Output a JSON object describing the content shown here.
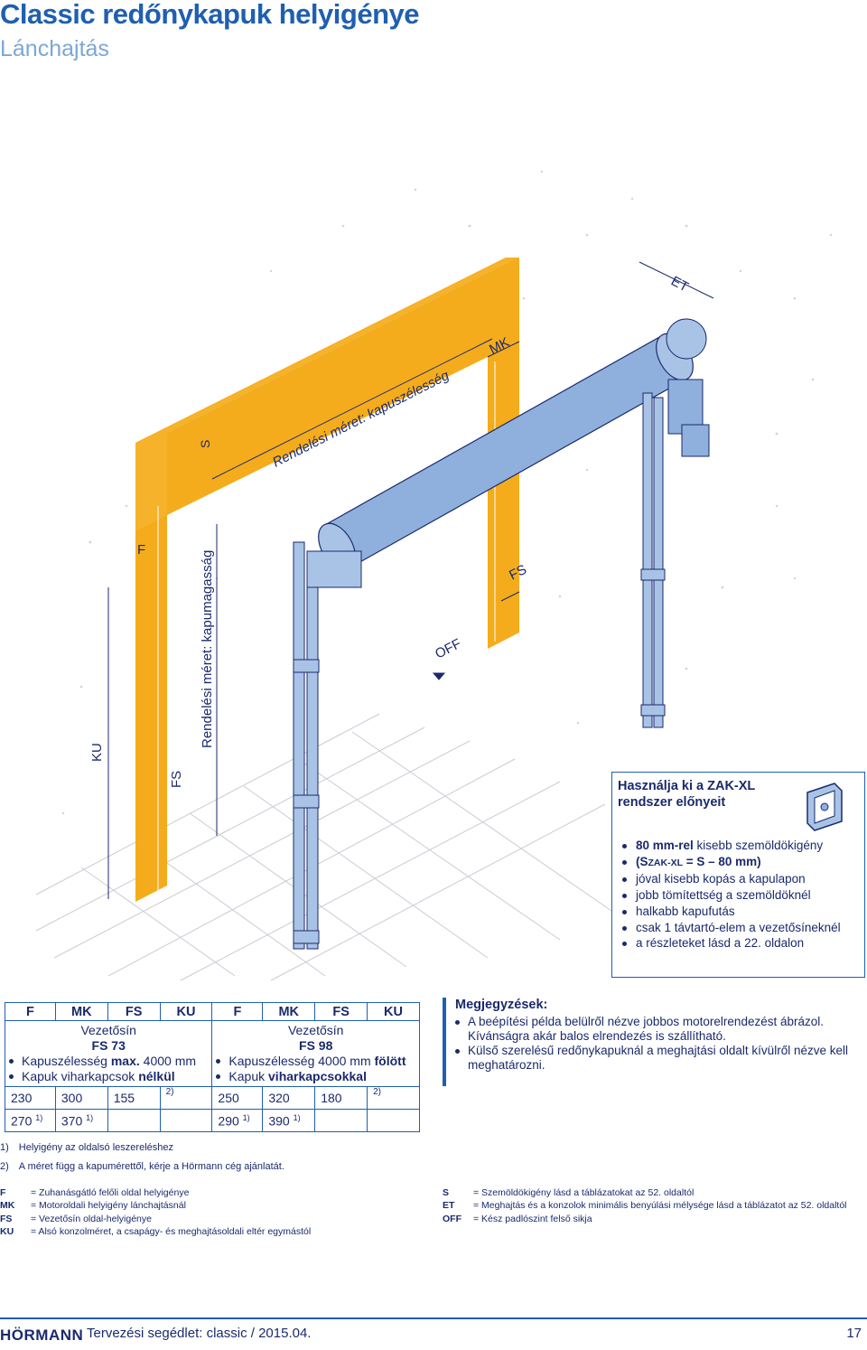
{
  "header": {
    "title": "Classic redőnykapuk helyigénye",
    "subtitle": "Lánchajtás"
  },
  "diagram": {
    "labels": {
      "et": "ET",
      "mk": "MK",
      "s": "S",
      "f": "F",
      "fs_left": "FS",
      "fs_right": "FS",
      "ku": "KU",
      "off": "OFF",
      "width": "Rendelési méret: kapuszélesség",
      "height": "Rendelési méret: kapumagasság"
    }
  },
  "zak_box": {
    "title": "Használja ki a ZAK-XL rendszer előnyeit",
    "item1_bold": "80 mm-rel",
    "item1_rest": " kisebb szemöldökigény",
    "item2_a": "(S",
    "item2_sub": "ZAK-XL",
    "item2_b": " = S – 80 mm)",
    "items": [
      "jóval kisebb kopás a kapulapon",
      "jobb tömítettség a szemöldöknél",
      "halkabb kapufutás",
      "csak 1 távtartó-elem a vezetősíneknél",
      "a részleteket lásd a 22. oldalon"
    ]
  },
  "table": {
    "headers": [
      "F",
      "MK",
      "FS",
      "KU",
      "F",
      "MK",
      "FS",
      "KU"
    ],
    "left": {
      "rail_label": "Vezetősín",
      "rail": "FS 73",
      "line1_a": "Kapuszélesség ",
      "line1_b": "max.",
      "line1_c": " 4000 mm",
      "line2_a": "Kapuk viharkapcsok ",
      "line2_b": "nélkül",
      "row1": [
        "230",
        "300",
        "155",
        "2)"
      ],
      "row2": [
        "270",
        "370"
      ],
      "sup": "1)"
    },
    "right": {
      "rail_label": "Vezetősín",
      "rail": "FS 98",
      "line1_a": "Kapuszélesség 4000 mm ",
      "line1_b": "fölött",
      "line2_a": "Kapuk ",
      "line2_b": "viharkapcsokkal",
      "row1": [
        "250",
        "320",
        "180",
        "2)"
      ],
      "row2": [
        "290",
        "390"
      ],
      "sup": "1)"
    }
  },
  "notes": {
    "title": "Megjegyzések:",
    "items": [
      "A beépítési példa belülről nézve jobbos motorelrendezést ábrázol. Kívánságra akár balos elrendezés is szállítható.",
      "Külső szerelésű redőnykapuknál a meghajtási oldalt kívülről nézve kell meghatározni."
    ]
  },
  "footnotes": [
    "1) Helyigény az oldalsó leszereléshez",
    "2) A méret függ a kapumérettől, kérje a Hörmann cég ajánlatát."
  ],
  "legend": {
    "left": [
      {
        "k": "F",
        "v": "= Zuhanásgátló felőli oldal helyigénye"
      },
      {
        "k": "MK",
        "v": "= Motoroldali helyigény lánchajtásnál"
      },
      {
        "k": "FS",
        "v": "= Vezetősín oldal-helyigénye"
      },
      {
        "k": "KU",
        "v": "= Alsó konzolméret, a csapágy- és meghajtásoldali eltér egymástól"
      }
    ],
    "right": [
      {
        "k": "S",
        "v": "= Szemöldökigény lásd a táblázatokat az 52. oldaltól"
      },
      {
        "k": "ET",
        "v": "= Meghajtás és a konzolok minimális benyúlási mélysége lásd a táblázatot az 52. oldaltól"
      },
      {
        "k": "OFF",
        "v": "= Kész padlószint felső sikja"
      }
    ]
  },
  "footer": {
    "brand": "HÖRMANN",
    "text": "Tervezési segédlet: classic / 2015.04.",
    "page": "17"
  },
  "colors": {
    "brand_blue": "#1f5fb0",
    "text_navy": "#1a2a6c",
    "frame_orange": "#f5ac1c",
    "roller_blue": "#8fb0dc"
  }
}
